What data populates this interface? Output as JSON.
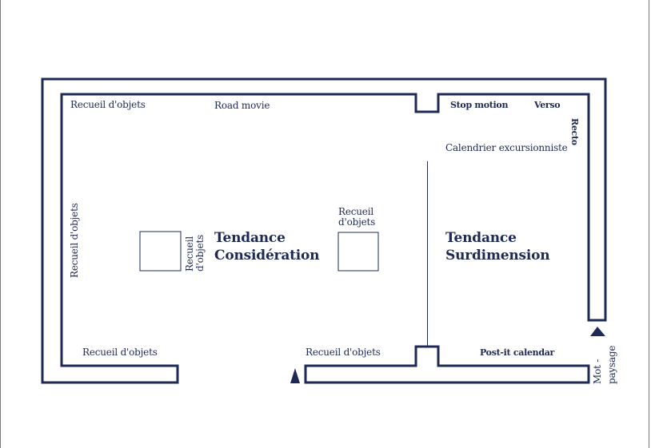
{
  "colors": {
    "wall": "#1e2a55",
    "ink": "#1e2a55"
  },
  "labels": {
    "recueil_top_left": "Recueil d'objets",
    "road_movie": "Road movie",
    "stop_motion": "Stop motion",
    "verso": "Verso",
    "recto": "Recto",
    "calendrier": "Calendrier excursionniste",
    "recueil_left_vertical": "Recueil d'objets",
    "recueil_box_side_1": "Recueil",
    "recueil_box_side_2": "d'objets",
    "recueil_center_1": "Recueil",
    "recueil_center_2": "d'objets",
    "recueil_bottom_left": "Recueil d'objets",
    "recueil_bottom_center": "Recueil d'objets",
    "postit": "Post-it calendar",
    "mot_paysage_1": "Mot -",
    "mot_paysage_2": "paysage"
  },
  "zones": {
    "consideration_1": "Tendance",
    "consideration_2": "Considération",
    "surdimension_1": "Tendance",
    "surdimension_2": "Surdimension"
  },
  "icons": {
    "entrance_left": "triangle-up-icon",
    "entrance_right": "triangle-up-icon"
  }
}
